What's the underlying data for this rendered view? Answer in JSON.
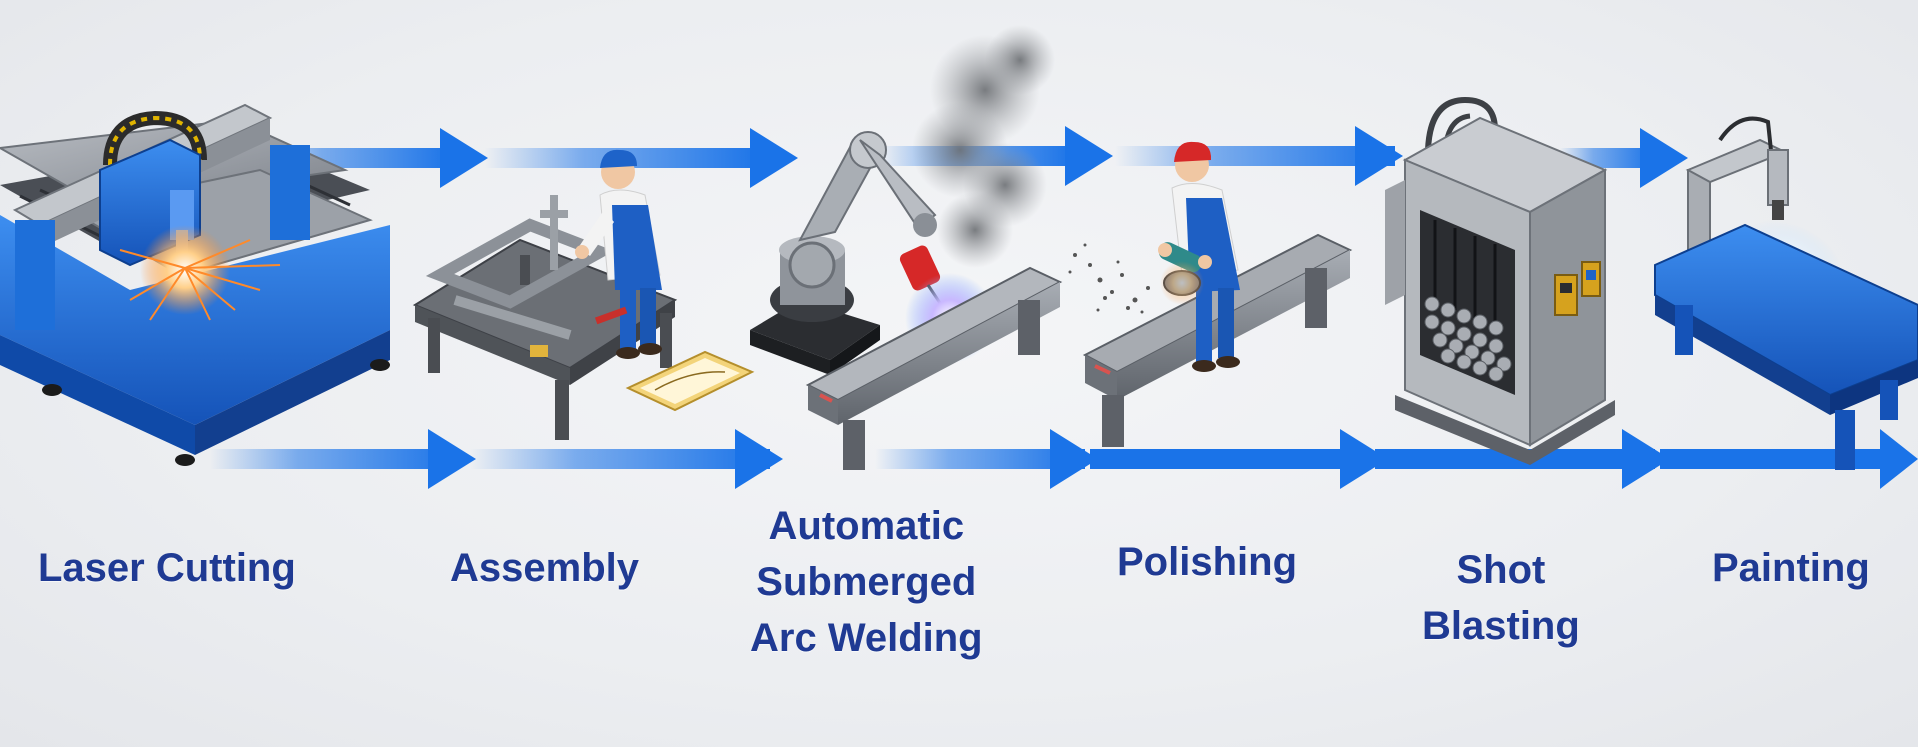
{
  "process": {
    "steps": [
      {
        "id": "laser-cutting",
        "lines": [
          "Laser Cutting"
        ]
      },
      {
        "id": "assembly",
        "lines": [
          "Assembly"
        ]
      },
      {
        "id": "welding",
        "lines": [
          "Automatic",
          "Submerged",
          "Arc Welding"
        ]
      },
      {
        "id": "polishing",
        "lines": [
          "Polishing"
        ]
      },
      {
        "id": "shot-blasting",
        "lines": [
          "Shot",
          "Blasting"
        ]
      },
      {
        "id": "painting",
        "lines": [
          "Painting"
        ]
      }
    ]
  },
  "colors": {
    "label": "#1f3a93",
    "arrow": "#1a73e8",
    "machine_blue": "#1e6fd9",
    "steel": "#8a8f96",
    "spark": "#ff9a3c"
  }
}
